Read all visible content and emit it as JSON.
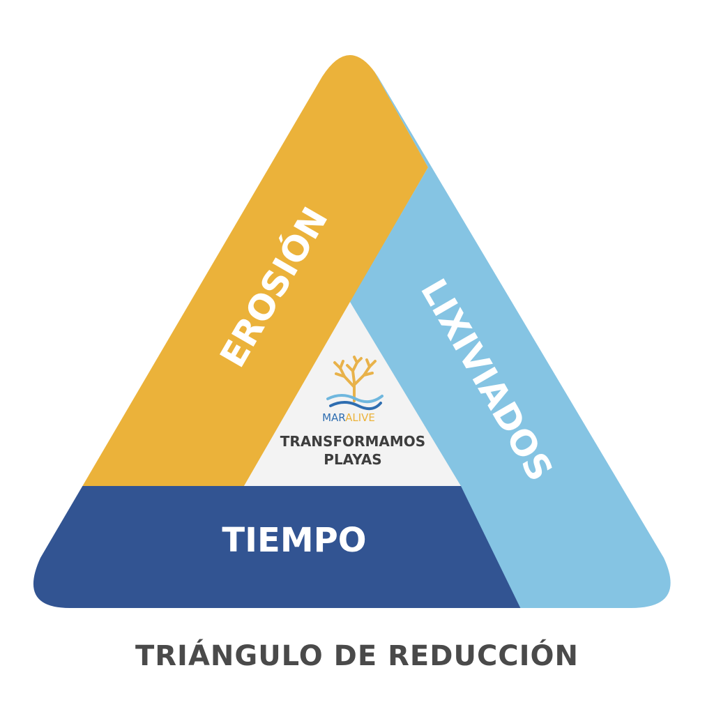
{
  "diagram": {
    "caption": "TRIÁNGULO DE REDUCCIÓN",
    "segments": {
      "left": {
        "label": "EROSIÓN",
        "color": "#EBB23A"
      },
      "right": {
        "label": "LIXIVIADOS",
        "color": "#85C4E3"
      },
      "bottom": {
        "label": "TIEMPO",
        "color": "#325492"
      }
    },
    "center": {
      "background": "#F3F3F3",
      "logo_icon": "coral-wave-icon",
      "brand_part1": "MAR",
      "brand_part2": "ALIVE",
      "brand_colors": {
        "part1": "#2E6DB0",
        "part2": "#EBB23A"
      },
      "slogan_line1": "TRANSFORMAMOS",
      "slogan_line2": "PLAYAS"
    }
  }
}
